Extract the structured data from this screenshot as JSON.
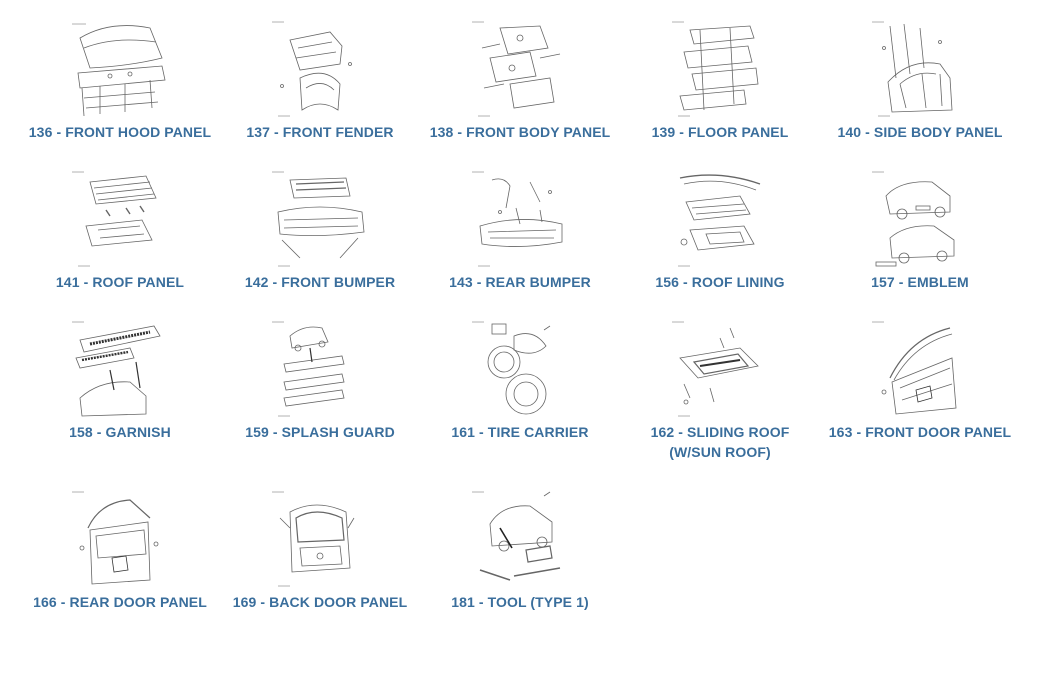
{
  "items": [
    {
      "label": "136 - FRONT HOOD PANEL",
      "icon": "front-hood-diagram-icon"
    },
    {
      "label": "137 - FRONT FENDER",
      "icon": "front-fender-diagram-icon"
    },
    {
      "label": "138 - FRONT BODY PANEL",
      "icon": "front-body-diagram-icon"
    },
    {
      "label": "139 - FLOOR PANEL",
      "icon": "floor-panel-diagram-icon"
    },
    {
      "label": "140 - SIDE BODY PANEL",
      "icon": "side-body-diagram-icon"
    },
    {
      "label": "141 - ROOF PANEL",
      "icon": "roof-panel-diagram-icon"
    },
    {
      "label": "142 - FRONT BUMPER",
      "icon": "front-bumper-diagram-icon"
    },
    {
      "label": "143 - REAR BUMPER",
      "icon": "rear-bumper-diagram-icon"
    },
    {
      "label": "156 - ROOF LINING",
      "icon": "roof-lining-diagram-icon"
    },
    {
      "label": "157 - EMBLEM",
      "icon": "emblem-diagram-icon"
    },
    {
      "label": "158 - GARNISH",
      "icon": "garnish-diagram-icon"
    },
    {
      "label": "159 - SPLASH GUARD",
      "icon": "splash-guard-diagram-icon"
    },
    {
      "label": "161 - TIRE CARRIER",
      "icon": "tire-carrier-diagram-icon"
    },
    {
      "label": "162 - SLIDING ROOF (W/SUN ROOF)",
      "icon": "sliding-roof-diagram-icon"
    },
    {
      "label": "163 - FRONT DOOR PANEL",
      "icon": "front-door-diagram-icon"
    },
    {
      "label": "166 - REAR DOOR PANEL",
      "icon": "rear-door-diagram-icon"
    },
    {
      "label": "169 - BACK DOOR PANEL",
      "icon": "back-door-diagram-icon"
    },
    {
      "label": "181 - TOOL (TYPE 1)",
      "icon": "tool-diagram-icon"
    }
  ],
  "colors": {
    "link": "#3a6e9c",
    "line": "#555555"
  }
}
